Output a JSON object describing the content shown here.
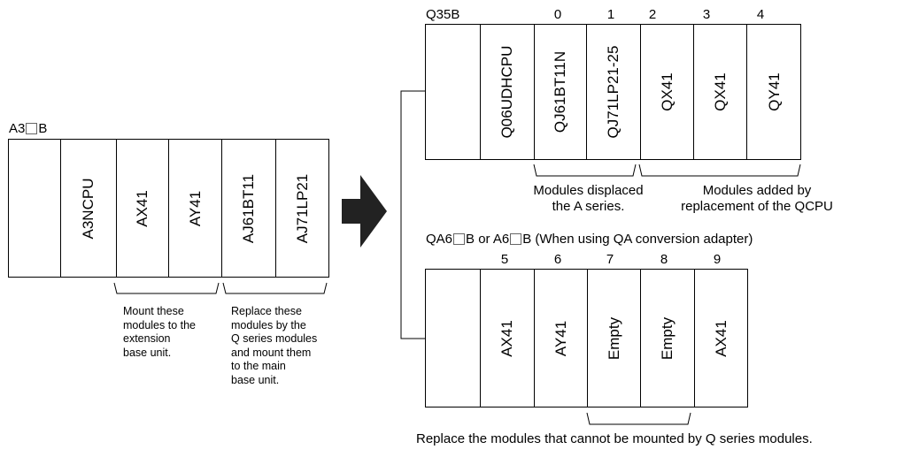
{
  "left_rack": {
    "title_prefix": "A3",
    "title_suffix": "B",
    "modules": [
      "A3NCPU",
      "AX41",
      "AY41",
      "AJ61BT11",
      "AJ71LP21"
    ]
  },
  "left_notes": {
    "mount_extension": [
      "Mount these",
      "modules to the",
      "extension",
      "base unit."
    ],
    "replace_main": [
      "Replace these",
      "modules by the",
      "Q series modules",
      "and mount them",
      "to the main",
      "base unit."
    ]
  },
  "q_rack": {
    "title": "Q35B",
    "slot_numbers": [
      "0",
      "1",
      "2",
      "3",
      "4"
    ],
    "modules": [
      "Q06UDHCPU",
      "QJ61BT11N",
      "QJ71LP21-25",
      "QX41",
      "QX41",
      "QY41"
    ]
  },
  "q_notes": {
    "displaced": [
      "Modules displaced",
      "the A series."
    ],
    "added": [
      "Modules added by",
      "replacement of the QCPU"
    ]
  },
  "qa_rack": {
    "title_part1": "QA6",
    "title_part2": "B or A6",
    "title_part3": "B (When using QA conversion adapter)",
    "slot_numbers": [
      "5",
      "6",
      "7",
      "8",
      "9"
    ],
    "modules": [
      "AX41",
      "AY41",
      "Empty",
      "Empty",
      "AX41"
    ]
  },
  "bottom_note": "Replace the modules that cannot be mounted by Q series modules."
}
